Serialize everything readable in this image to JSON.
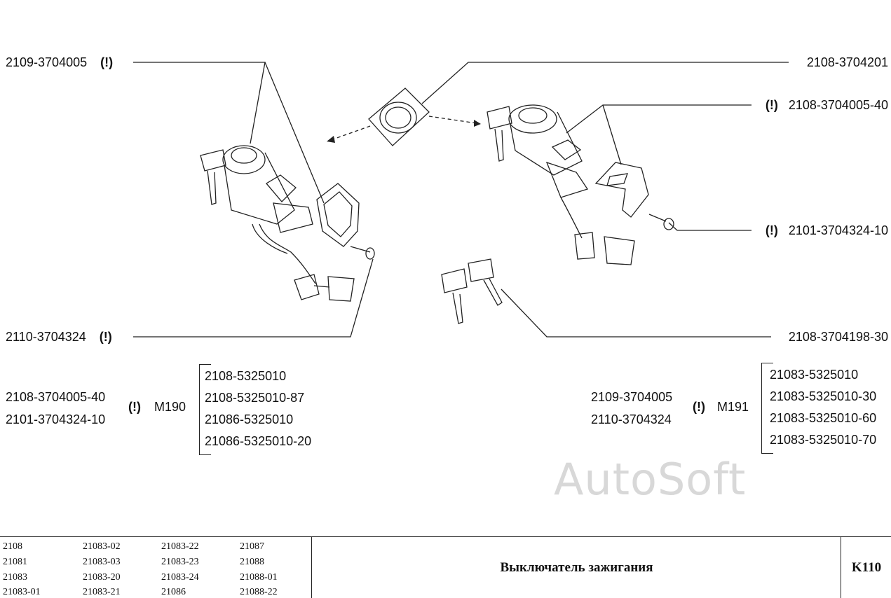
{
  "labels": {
    "left_top_part": "2109-3704005",
    "left_bottom_part": "2110-3704324",
    "right_top_part": "2108-3704201",
    "right_mid_part": "2108-3704005-40",
    "right_screw_part": "2101-3704324-10",
    "right_keys_part": "2108-3704198-30",
    "excl": "(!)"
  },
  "kits": {
    "m190": {
      "parts": [
        "2108-3704005-40",
        "2101-3704324-10"
      ],
      "code": "M190",
      "applies": [
        "2108-5325010",
        "2108-5325010-87",
        "21086-5325010",
        "21086-5325010-20"
      ]
    },
    "m191": {
      "parts": [
        "2109-3704005",
        "2110-3704324"
      ],
      "code": "M191",
      "applies": [
        "21083-5325010",
        "21083-5325010-30",
        "21083-5325010-60",
        "21083-5325010-70"
      ]
    }
  },
  "watermark": "AutoSoft",
  "title_block": {
    "models": [
      [
        "2108",
        "21081",
        "21083",
        "21083-01"
      ],
      [
        "21083-02",
        "21083-03",
        "21083-20",
        "21083-21"
      ],
      [
        "21083-22",
        "21083-23",
        "21083-24",
        "21086"
      ],
      [
        "21087",
        "21088",
        "21088-01",
        "21088-22"
      ]
    ],
    "title": "Выключатель зажигания",
    "code": "K110"
  }
}
